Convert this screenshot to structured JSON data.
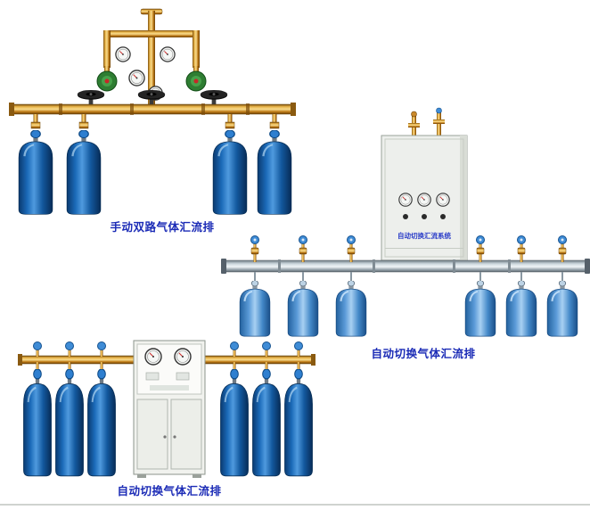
{
  "page": {
    "background": "#ffffff",
    "caption_color": "#1b2bb6",
    "bottom_rule_color": "#cfd3cf"
  },
  "products": [
    {
      "name": "manual-dual-line-gas-manifold",
      "caption": "手动双路气体汇流排",
      "cylinder_count": 4,
      "pipe_color": "#c9882a",
      "cylinder_color": "#1866b0",
      "regulator_color": "#2e7d32",
      "handwheel_color": "#111111"
    },
    {
      "name": "auto-switch-gas-manifold-wall-cabinet",
      "caption": "自动切换气体汇流排",
      "cabinet_label": "自动切换汇流系统",
      "cylinder_count": 6,
      "pipe_color": "#c2ccd2",
      "cylinder_color": "#4388c8",
      "cabinet_color": "#edefec"
    },
    {
      "name": "auto-switch-gas-manifold-floor-cabinet",
      "caption": "自动切换气体汇流排",
      "cylinder_count": 6,
      "pipe_color": "#c9882a",
      "cylinder_color": "#1866b0",
      "cabinet_color": "#f1f2ee"
    }
  ]
}
